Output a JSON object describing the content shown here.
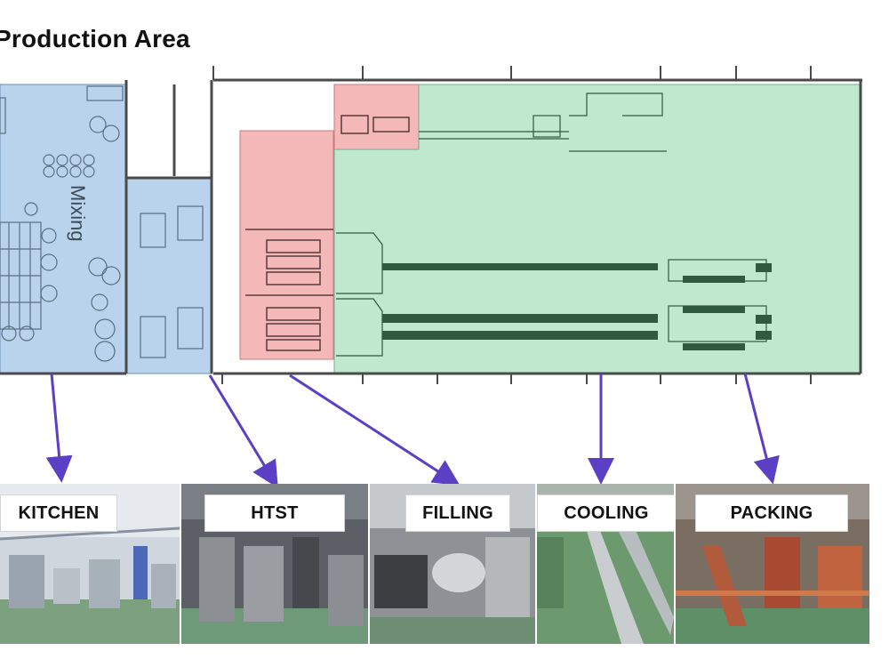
{
  "title": "Production Area",
  "zones": {
    "mixing": "Mixing"
  },
  "stations": [
    {
      "id": "kitchen",
      "label": "KITCHEN"
    },
    {
      "id": "htst",
      "label": "HTST"
    },
    {
      "id": "filling",
      "label": "FILLING"
    },
    {
      "id": "cooling",
      "label": "COOLING"
    },
    {
      "id": "packing",
      "label": "PACKING"
    }
  ],
  "colors": {
    "mixing_zone": "#b9d3ec",
    "htst_zone": "#b9d3ec",
    "filling_zone": "#f4b8b8",
    "cooling_zone": "#bfe8cf",
    "arrow": "#5b3fc4",
    "walls": "#4a4a4a"
  }
}
